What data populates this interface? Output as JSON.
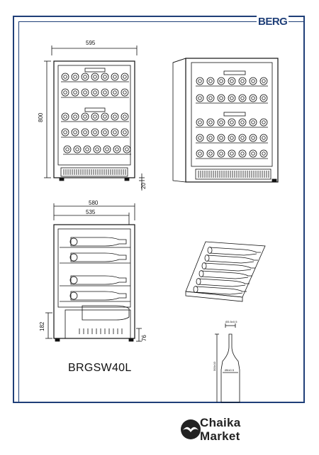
{
  "brand": {
    "logo": "BERG"
  },
  "drawings": {
    "front": {
      "width": "595",
      "height": "800",
      "foot": "20"
    },
    "side": {
      "depth": "580",
      "depth_inner": "535",
      "height_lower": "182",
      "foot": "76"
    },
    "bottle": {
      "dims": [
        "Ø3.5±0.5",
        "300±10",
        "Ø6±0.5"
      ]
    }
  },
  "model": {
    "name": "BRGSW40L"
  },
  "watermark": {
    "line1": "Chaika",
    "line2": "Market"
  },
  "colors": {
    "frame": "#1f3f78",
    "line": "#111111"
  }
}
